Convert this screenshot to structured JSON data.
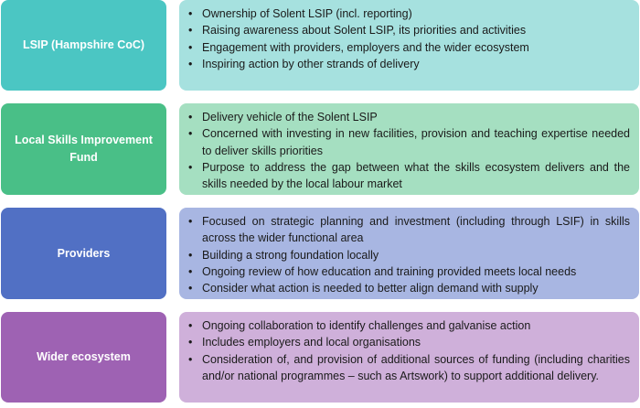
{
  "rows": [
    {
      "label": "LSIP (Hampshire CoC)",
      "label_color": "#4BC6C3",
      "content_color": "#A6E1DF",
      "items": [
        "Ownership of Solent LSIP (incl. reporting)",
        "Raising awareness about Solent LSIP, its priorities and activities",
        "Engagement with providers, employers and the wider ecosystem",
        "Inspiring action by other strands of delivery"
      ]
    },
    {
      "label": "Local Skills Improvement Fund",
      "label_color": "#49BF87",
      "content_color": "#A5DFC1",
      "items": [
        "Delivery vehicle of the Solent LSIP",
        "Concerned with investing in new facilities, provision and teaching expertise needed to deliver skills priorities",
        "Purpose to address the gap between what the skills ecosystem delivers and the skills needed by the local labour market"
      ]
    },
    {
      "label": "Providers",
      "label_color": "#5170C4",
      "content_color": "#A8B6E2",
      "items": [
        "Focused on strategic planning and investment (including through LSIF) in skills across the wider functional area",
        "Building a strong foundation locally",
        "Ongoing review of how education and training provided meets local needs",
        "Consider what action is needed to better align demand with supply"
      ]
    },
    {
      "label": "Wider ecosystem",
      "label_color": "#9E62B3",
      "content_color": "#CFB0DA",
      "items": [
        "Ongoing collaboration to identify challenges and galvanise action",
        "Includes employers and local organisations",
        "Consideration of, and provision of additional sources of funding (including charities and/or national programmes – such as Artswork) to support additional delivery."
      ]
    }
  ]
}
